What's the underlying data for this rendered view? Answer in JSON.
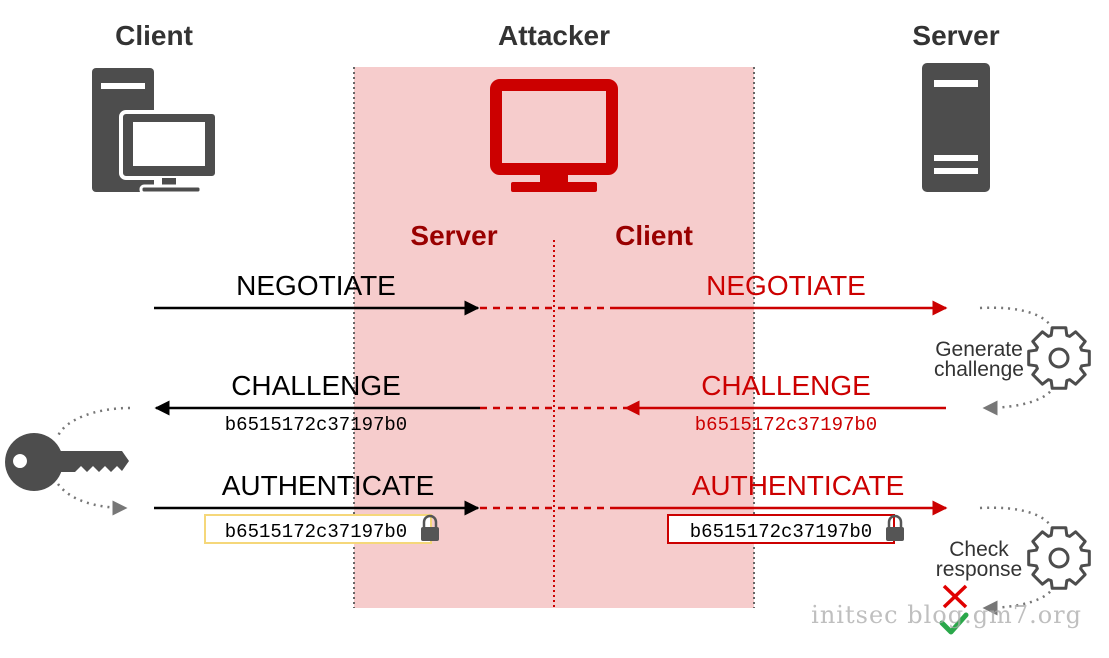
{
  "headers": {
    "client": "Client",
    "attacker": "Attacker",
    "server": "Server"
  },
  "attacker_roles": {
    "server": "Server",
    "client": "Client"
  },
  "messages": {
    "negotiate_left": "NEGOTIATE",
    "negotiate_right": "NEGOTIATE",
    "challenge_left": "CHALLENGE",
    "challenge_right": "CHALLENGE",
    "authenticate_left": "AUTHENTICATE",
    "authenticate_right": "AUTHENTICATE"
  },
  "hashes": {
    "challenge_left": "b6515172c37197b0",
    "challenge_right": "b6515172c37197b0",
    "response_left": "b6515172c37197b0",
    "response_right": "b6515172c37197b0"
  },
  "server_steps": {
    "generate_line1": "Generate",
    "generate_line2": "challenge",
    "check_line1": "Check",
    "check_line2": "response"
  },
  "watermark": "initsec blog.gm7.org",
  "icons": {
    "client": "desktop-computer-icon",
    "attacker": "monitor-icon",
    "server": "server-tower-icon",
    "key": "key-icon",
    "gear": "gear-icon",
    "lock": "lock-icon",
    "fail": "cross-icon",
    "success": "checkmark-icon"
  },
  "colors": {
    "attacker_zone": "#f6cccc",
    "attacker_red": "#cc0000",
    "attacker_dark_red": "#990000",
    "icon_gray": "#4d4d4d",
    "left_box_border": "#f5d77a",
    "right_box_border": "#cc0000",
    "fail_red": "#e00000",
    "success_green": "#2aa84a"
  }
}
